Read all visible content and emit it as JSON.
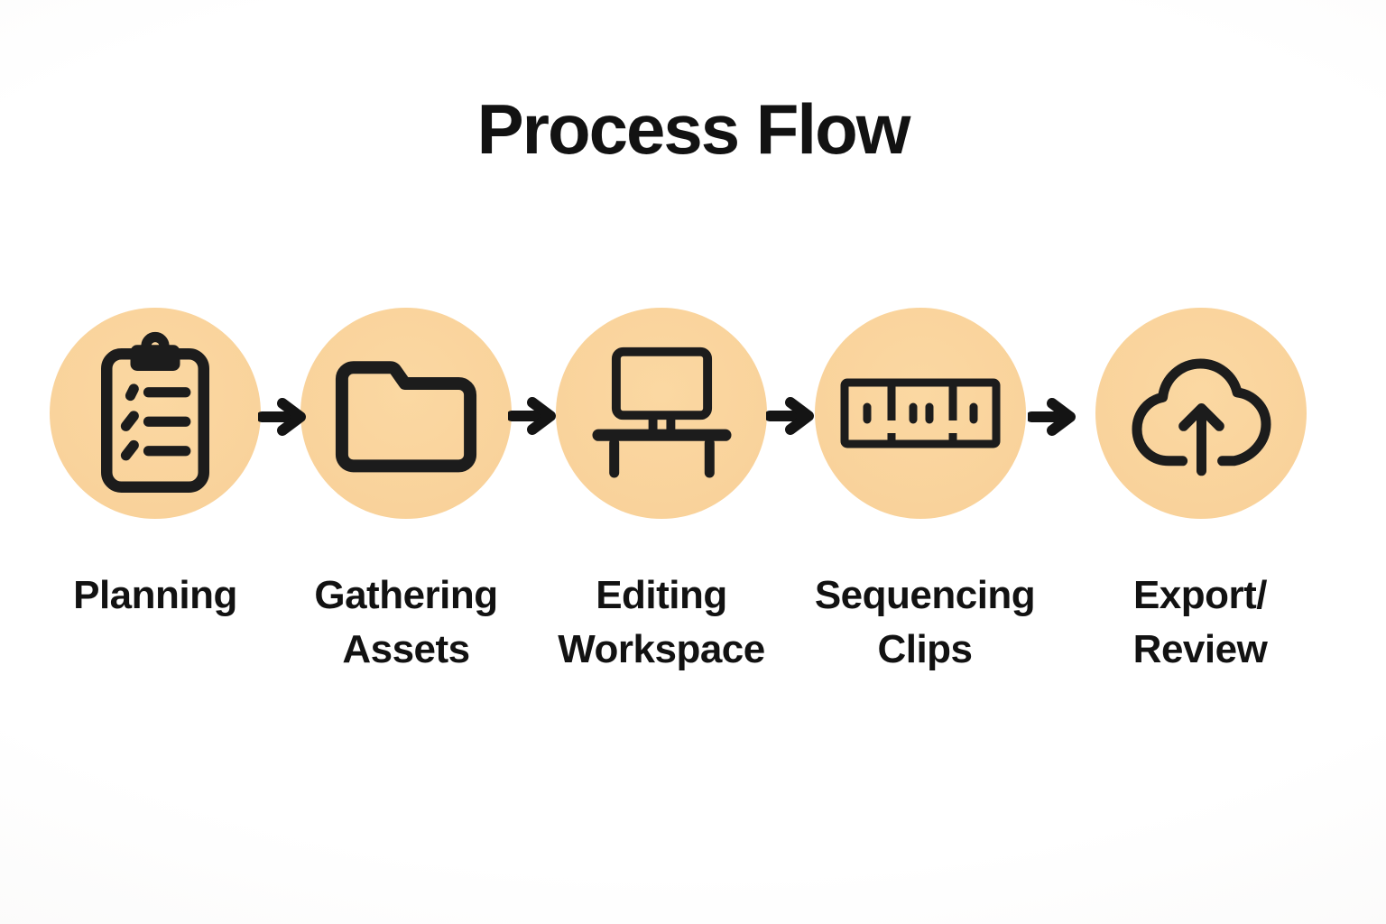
{
  "title": "Process Flow",
  "colors": {
    "circle_fill": "#F9D29B",
    "icon_stroke": "#1C1C1C",
    "arrow": "#141414",
    "text": "#121212",
    "background": "#FBFBFB"
  },
  "connector_icon": "arrow-right-icon",
  "steps": [
    {
      "label": "Planning",
      "lines": [
        "Planning"
      ],
      "icon": "clipboard-checklist-icon"
    },
    {
      "label": "Gathering Assets",
      "lines": [
        "Gathering",
        "Assets"
      ],
      "icon": "folder-icon"
    },
    {
      "label": "Editing Workspace",
      "lines": [
        "Editing",
        "Workspace"
      ],
      "icon": "desk-monitor-icon"
    },
    {
      "label": "Sequencing Clips",
      "lines": [
        "Sequencing",
        "Clips"
      ],
      "icon": "timeline-clips-icon"
    },
    {
      "label": "Export/Review",
      "lines": [
        "Export/",
        "Review"
      ],
      "icon": "cloud-upload-icon"
    }
  ]
}
